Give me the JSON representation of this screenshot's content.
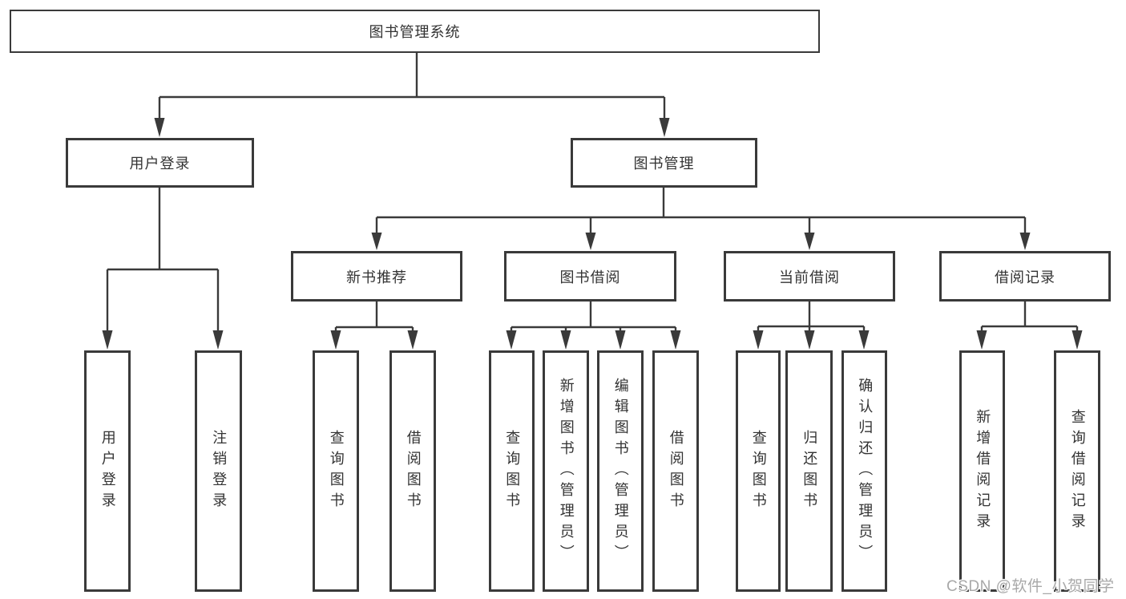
{
  "colors": {
    "line": "#3a3a3a",
    "text": "#333333",
    "watermark": "#a8a8a8"
  },
  "tree": {
    "label": "图书管理系统",
    "children": [
      {
        "label": "用户登录",
        "children": [
          {
            "label": "用户登录"
          },
          {
            "label": "注销登录"
          }
        ]
      },
      {
        "label": "图书管理",
        "children": [
          {
            "label": "新书推荐",
            "children": [
              {
                "label": "查询图书"
              },
              {
                "label": "借阅图书"
              }
            ]
          },
          {
            "label": "图书借阅",
            "children": [
              {
                "label": "查询图书"
              },
              {
                "label": "新增图书（管理员）"
              },
              {
                "label": "编辑图书（管理员）"
              },
              {
                "label": "借阅图书"
              }
            ]
          },
          {
            "label": "当前借阅",
            "children": [
              {
                "label": "查询图书"
              },
              {
                "label": "归还图书"
              },
              {
                "label": "确认归还（管理员）"
              }
            ]
          },
          {
            "label": "借阅记录",
            "children": [
              {
                "label": "新增借阅记录"
              },
              {
                "label": "查询借阅记录"
              }
            ]
          }
        ]
      }
    ]
  },
  "watermark": {
    "text": "CSDN @软件_小贺同学"
  }
}
